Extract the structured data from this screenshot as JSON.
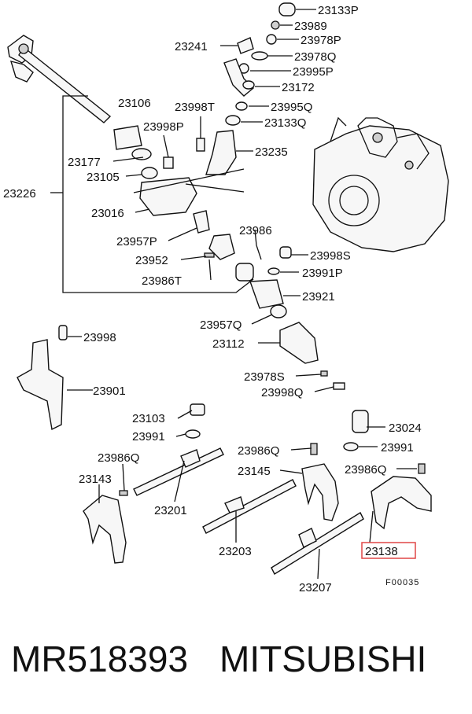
{
  "diagram": {
    "labels": {
      "p23133P": "23133P",
      "p23989": "23989",
      "p23978P": "23978P",
      "p23241": "23241",
      "p23978Q": "23978Q",
      "p23995P": "23995P",
      "p23172": "23172",
      "p23106": "23106",
      "p23998T": "23998T",
      "p23995Q": "23995Q",
      "p23133Q": "23133Q",
      "p23998P": "23998P",
      "p23235": "23235",
      "p23177": "23177",
      "p23105": "23105",
      "p23226": "23226",
      "p23016": "23016",
      "p23986": "23986",
      "p23957P": "23957P",
      "p23998S": "23998S",
      "p23952": "23952",
      "p23991P": "23991P",
      "p23986T": "23986T",
      "p23921": "23921",
      "p23957Q": "23957Q",
      "p23998": "23998",
      "p23112": "23112",
      "p23901": "23901",
      "p23978S": "23978S",
      "p23998Q": "23998Q",
      "p23103": "23103",
      "p23024": "23024",
      "p23991a": "23991",
      "p23991b": "23991",
      "p23986Qa": "23986Q",
      "p23986Qb": "23986Q",
      "p23986Qc": "23986Q",
      "p23145": "23145",
      "p23143": "23143",
      "p23201": "23201",
      "p23203": "23203",
      "p23138": "23138",
      "p23207": "23207",
      "figcode": "F00035"
    },
    "highlight_color": "#e04646"
  },
  "caption": {
    "part_number": "MR518393",
    "brand": "MITSUBISHI"
  }
}
